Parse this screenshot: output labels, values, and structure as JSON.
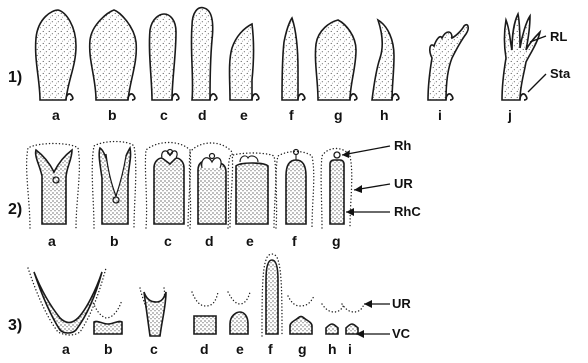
{
  "row_labels": [
    "1)",
    "2)",
    "3)"
  ],
  "row1": {
    "letters": [
      "a",
      "b",
      "c",
      "d",
      "e",
      "f",
      "g",
      "h",
      "i",
      "j"
    ]
  },
  "row2": {
    "letters": [
      "a",
      "b",
      "c",
      "d",
      "e",
      "f",
      "g"
    ]
  },
  "row3": {
    "letters": [
      "a",
      "b",
      "c",
      "d",
      "e",
      "f",
      "g",
      "h",
      "i"
    ]
  },
  "annotations": {
    "rl": "RL",
    "sta": "Sta",
    "rh": "Rh",
    "ur2": "UR",
    "rhc": "RhC",
    "ur3": "UR",
    "vc": "VC"
  },
  "colors": {
    "ink": "#1a1a1a",
    "background": "#ffffff"
  }
}
